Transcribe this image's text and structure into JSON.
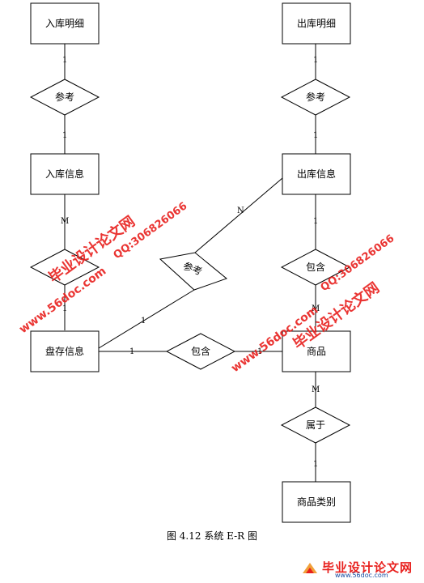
{
  "entities": {
    "inbound_detail": "入库明细",
    "outbound_detail": "出库明细",
    "inbound_info": "入库信息",
    "outbound_info": "出库信息",
    "inventory_info": "盘存信息",
    "goods": "商品",
    "goods_category": "商品类别"
  },
  "relationships": {
    "ref_inbound": "参考",
    "ref_outbound": "参考",
    "ref_center": "参考",
    "contain_outbound": "包含",
    "contain_inventory": "包含",
    "belongs": "属于"
  },
  "cardinalities": {
    "in_detail_top": "1",
    "in_detail_bottom": "1",
    "out_detail_top": "1",
    "out_detail_bottom": "1",
    "in_info_m": "M",
    "in_info_1": "1",
    "out_info_n": "N",
    "center_1": "1",
    "out_contain_1": "1",
    "out_contain_m": "M",
    "inv_contain_1": "1",
    "goods_contain_1": "1",
    "goods_belongs_m": "M",
    "category_1": "1"
  },
  "caption": "图 4.12  系统 E-R 图",
  "watermarks": {
    "brand": "毕业设计论文网",
    "site": "www.56doc.com",
    "qq": "QQ:306826066"
  },
  "footer": {
    "brand": "毕业设计论文网",
    "site": "www.56doc.com"
  }
}
